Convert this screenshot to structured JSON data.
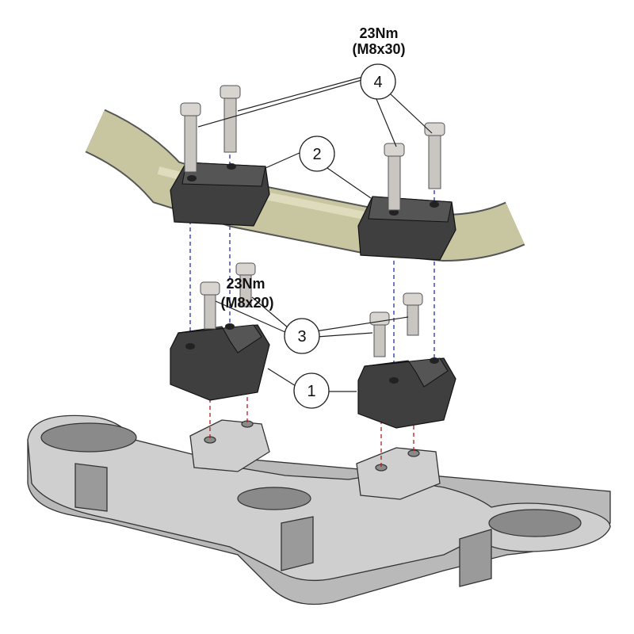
{
  "torque_upper": {
    "torque": "23Nm",
    "bolt": "(M8x30)"
  },
  "torque_lower": {
    "torque": "23Nm",
    "bolt": "(M8x20)"
  },
  "callouts": {
    "c1": "1",
    "c2": "2",
    "c3": "3",
    "c4": "4"
  },
  "colors": {
    "handlebar": "#c8c6a0",
    "clamp": "#3f3f3f",
    "triple_clamp": "#b9b9b9",
    "dash_blue": "#2233aa",
    "dash_red": "#b02020"
  }
}
